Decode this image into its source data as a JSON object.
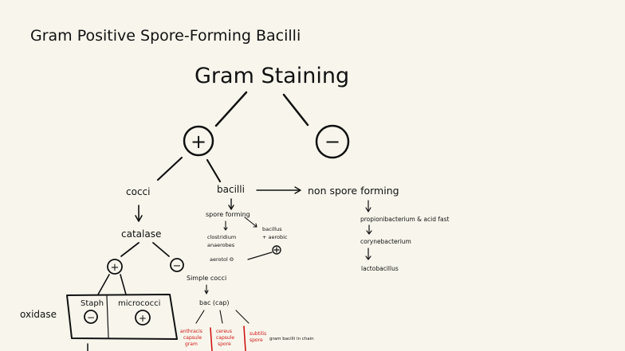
{
  "note": {
    "page_title": "Gram Positive Spore-Forming Bacilli",
    "root": "Gram Staining",
    "branch_positive_symbol": "+",
    "branch_negative_symbol": "−",
    "cocci": "cocci",
    "bacilli": "bacilli",
    "non_spore_forming": "non spore forming",
    "spore_forming": "spore forming",
    "clostridium_anaerobes": "clostridium\nanaerobes",
    "bacillus_aerobic": "bacillus\n+ aerobic",
    "catalase": "catalase",
    "catalase_positive_symbol": "+",
    "catalase_negative_symbol": "−",
    "oxidase_label": "oxidase",
    "staph": "Staph",
    "micrococci": "micrococci",
    "oxidase_negative_symbol": "−",
    "oxidase_positive_symbol": "+",
    "simple_cocci": "Simple cocci",
    "bac_caps": "bac (cap)",
    "nsf_item_1": "propionibacterium & acid fast",
    "nsf_item_2": "corynebacterium",
    "nsf_item_3": "lactobacillus",
    "red_col_1": "anthracis\ncapsule\ngram",
    "red_col_2": "cereus\ncapsule\nspore",
    "red_col_3": "subtilis\nspore",
    "tail_note": "gram bacilli in chain"
  },
  "colors": {
    "ink": "#111111",
    "red_ink": "#d01616",
    "paper": "#f8f6ec"
  }
}
